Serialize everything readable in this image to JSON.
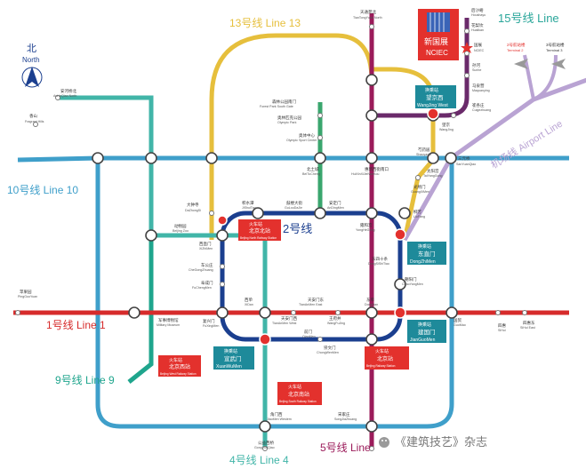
{
  "lines": {
    "line13": {
      "label": "13号线 Line 13",
      "color": "#e6bf3c"
    },
    "line15": {
      "label": "15号线 Line",
      "color": "#6a2a6a"
    },
    "line10": {
      "label": "10号线 Line 10",
      "color": "#3f9fca"
    },
    "line2": {
      "label": "2号线",
      "color": "#1b3f8f"
    },
    "line1": {
      "label": "1号线 Line 1",
      "color": "#d62b2b"
    },
    "line9": {
      "label": "9号线 Line 9",
      "color": "#1fa58d"
    },
    "line4": {
      "label": "4号线 Line 4",
      "color": "#41b5a8"
    },
    "line5": {
      "label": "5号线 Line",
      "color": "#9b1b5a"
    },
    "airport": {
      "label": "机场线 Airport Line",
      "color": "#b9a3d3"
    },
    "green_line": {
      "color": "#2f8d7a"
    },
    "line8_color": "#3aa66e"
  },
  "compass": {
    "cn": "北",
    "en": "North"
  },
  "nciec": {
    "cn": "新国展",
    "en": "NCIEC"
  },
  "terminals": {
    "t2": {
      "cn": "2号航站楼",
      "en": "Terminal 2"
    },
    "t3": {
      "cn": "3号航站楼",
      "en": "Terminal 3"
    }
  },
  "transfer_boxes": {
    "wangjing_west": {
      "cn": "望京西",
      "en": "WangJing West",
      "top": "换乘站"
    },
    "dongzhimen": {
      "cn": "东直门",
      "en": "DongZhiMen",
      "top": "换乘站"
    },
    "jianguomen": {
      "cn": "建国门",
      "en": "JianGuoMen",
      "top": "换乘站"
    },
    "xuanwumen": {
      "cn": "宣武门",
      "en": "XuanWuMen",
      "top": "换乘站"
    }
  },
  "rail_stations": {
    "north": {
      "top": "火车站",
      "cn": "北京北站",
      "en": "Beijing North Railway Station"
    },
    "west": {
      "top": "火车站",
      "cn": "北京西站",
      "en": "Beijing West Railway Station"
    },
    "south": {
      "top": "火车站",
      "cn": "北京南站",
      "en": "Beijing South Railway Station"
    },
    "main": {
      "top": "火车站",
      "cn": "北京站",
      "en": "Beijing Railway Station"
    }
  },
  "stations": [
    {
      "cn": "天通苑北",
      "en": "TianTongYuan North"
    },
    {
      "cn": "后沙峪",
      "en": "Houshayu"
    },
    {
      "cn": "花梨坎",
      "en": "Hualikan"
    },
    {
      "cn": "国展",
      "en": "NCIEC"
    },
    {
      "cn": "孙河",
      "en": "Sunhe"
    },
    {
      "cn": "马泉营",
      "en": "Maquanying"
    },
    {
      "cn": "崔各庄",
      "en": "Cuigezhuang"
    },
    {
      "cn": "望京",
      "en": "WangJing"
    },
    {
      "cn": "安河桥北",
      "en": "AnHeQiao North"
    },
    {
      "cn": "香山",
      "en": "Fragrant Hills"
    },
    {
      "cn": "森林公园南门",
      "en": "Forest Park South Gate"
    },
    {
      "cn": "奥林匹克公园",
      "en": "Olympic Park"
    },
    {
      "cn": "奥体中心",
      "en": "Olympic Sport Center"
    },
    {
      "cn": "北土城",
      "en": "BeiTuCheng"
    },
    {
      "cn": "惠新西街南口",
      "en": "HuiXinXiJieNanKou"
    },
    {
      "cn": "芍药居",
      "en": "Shaoyaoju"
    },
    {
      "cn": "太阳宫",
      "en": "TaiYangGong"
    },
    {
      "cn": "三元桥",
      "en": "SanYuanQiao"
    },
    {
      "cn": "光熙门",
      "en": "GuangXiMen"
    },
    {
      "cn": "柳芳",
      "en": "LiuFang"
    },
    {
      "cn": "大钟寺",
      "en": "DaZhongSi"
    },
    {
      "cn": "积水潭",
      "en": "JiShuiTan"
    },
    {
      "cn": "鼓楼大街",
      "en": "GuLouDaJie"
    },
    {
      "cn": "安定门",
      "en": "AnDingMen"
    },
    {
      "cn": "雍和宫",
      "en": "YongHeGong"
    },
    {
      "cn": "动物园",
      "en": "Beijing Zoo"
    },
    {
      "cn": "西直门",
      "en": "XiZhiMen"
    },
    {
      "cn": "车公庄",
      "en": "CheGongZhuang"
    },
    {
      "cn": "阜成门",
      "en": "FuChengMen"
    },
    {
      "cn": "东四十条",
      "en": "DongSiShiTiao"
    },
    {
      "cn": "朝阳门",
      "en": "ChaoYangMen"
    },
    {
      "cn": "苹果园",
      "en": "PingGuoYuan"
    },
    {
      "cn": "军事博物馆",
      "en": "Military Museum"
    },
    {
      "cn": "复兴门",
      "en": "FuXingMen"
    },
    {
      "cn": "西单",
      "en": "XiDan"
    },
    {
      "cn": "天安门西",
      "en": "TianAnMen West"
    },
    {
      "cn": "天安门东",
      "en": "TianAnMen East"
    },
    {
      "cn": "王府井",
      "en": "WangFuJing"
    },
    {
      "cn": "东单",
      "en": "DongDan"
    },
    {
      "cn": "国贸",
      "en": "GuoMao"
    },
    {
      "cn": "四惠",
      "en": "SiHui"
    },
    {
      "cn": "四惠东",
      "en": "SiHui East"
    },
    {
      "cn": "前门",
      "en": "QianMen"
    },
    {
      "cn": "崇文门",
      "en": "ChongWenMen"
    },
    {
      "cn": "角门西",
      "en": "JiaoMen Western"
    },
    {
      "cn": "宋家庄",
      "en": "SongJiaZhuang"
    },
    {
      "cn": "公益西桥",
      "en": "GongYiXiQiao"
    }
  ],
  "watermark": "《建筑技艺》杂志"
}
